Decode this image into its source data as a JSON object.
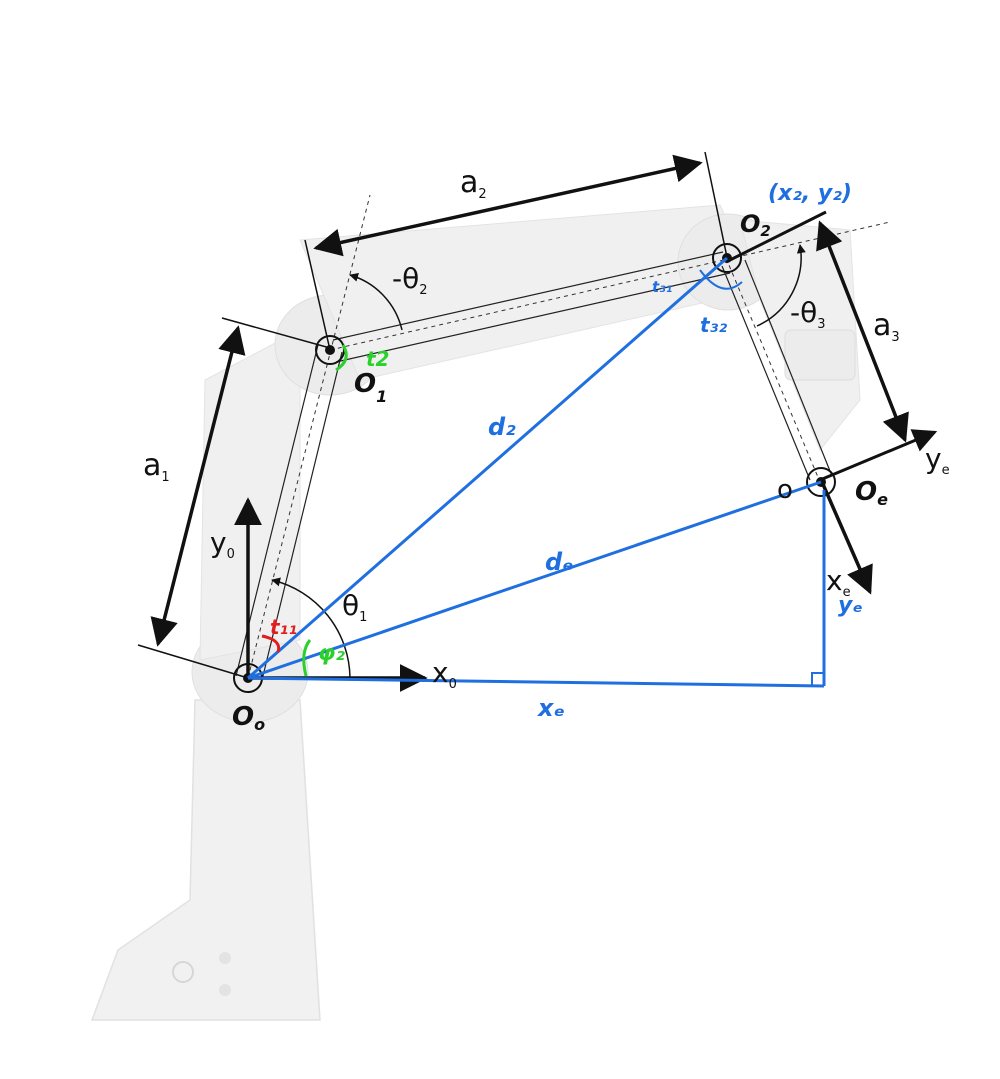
{
  "labels": {
    "a1": "a",
    "a1_sub": "1",
    "a2": "a",
    "a2_sub": "2",
    "a3": "a",
    "a3_sub": "3",
    "theta1": "θ",
    "theta1_sub": "1",
    "theta2": "-θ",
    "theta2_sub": "2",
    "theta3": "-θ",
    "theta3_sub": "3",
    "y0": "y",
    "y0_sub": "0",
    "x0": "x",
    "x0_sub": "0",
    "ye": "y",
    "ye_sub": "e",
    "xe": "x",
    "xe_sub": "e",
    "o_end": "o"
  },
  "annotations": {
    "O0": "O",
    "O0_sub": "o",
    "O1": "O",
    "O1_sub": "1",
    "O2": "O",
    "O2_sub": "2",
    "Oe": "O",
    "Oe_sub": "e",
    "coord_O2": "(x₂, y₂)",
    "d2": "d₂",
    "de": "dₑ",
    "xe_len": "xₑ",
    "ye_len": "yₑ",
    "t11": "t₁₁",
    "phi2": "φ₂",
    "t2": "t2",
    "t31": "t₃₁",
    "t32": "t₃₂"
  },
  "colors": {
    "robot_fill": "#efefef",
    "robot_edge": "#dcdcdc",
    "dimension": "#111111",
    "annotation_blue": "#1f6fe0",
    "annotation_red": "#e01e1e",
    "annotation_green": "#2bd12b"
  }
}
